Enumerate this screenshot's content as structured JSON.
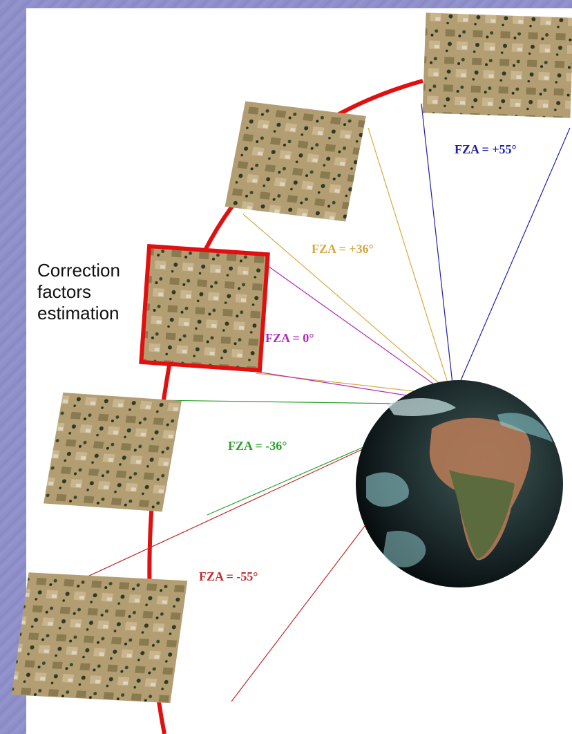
{
  "caption_lines": [
    "Correction",
    "factors",
    "estimation"
  ],
  "fza_labels": [
    {
      "id": "plus55",
      "text": "FZA = +55°",
      "color": "#2020a8"
    },
    {
      "id": "plus36",
      "text": "FZA = +36°",
      "color": "#d8a840"
    },
    {
      "id": "zero",
      "text": "FZA = 0°",
      "color": "#b02ab8"
    },
    {
      "id": "minus36",
      "text": "FZA = -36°",
      "color": "#2ca02c"
    },
    {
      "id": "minus55",
      "text": "FZA = -55°",
      "color": "#c02a2a"
    }
  ],
  "colors": {
    "orbit": "#e01010",
    "highlight": "#e01010",
    "background": "#8c8cc6"
  }
}
